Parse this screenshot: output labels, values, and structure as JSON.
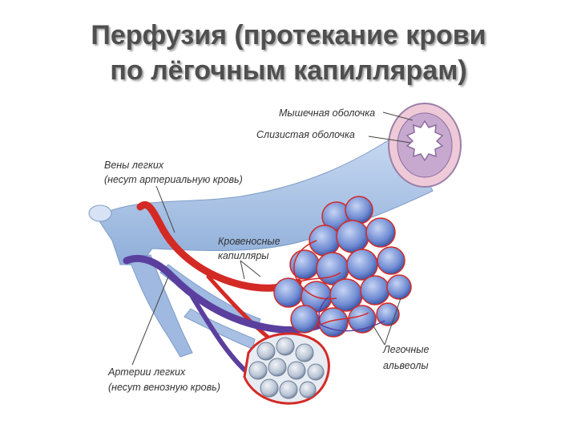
{
  "title": {
    "line1": "Перфузия (протекание крови",
    "line2": "по лёгочным капиллярам)"
  },
  "labels": {
    "muscle_layer": "Мышечная оболочка",
    "mucous_layer": "Слизистая оболочка",
    "veins_line1": "Вены легких",
    "veins_line2": "(несут артериальную кровь)",
    "capillaries_line1": "Кровеносные",
    "capillaries_line2": "капилляры",
    "alveoli_line1": "Легочные",
    "alveoli_line2": "альвеолы",
    "arteries_line1": "Артерии легких",
    "arteries_line2": "(несут венозную кровь)"
  },
  "colors": {
    "bronchus": "#a9c3e6",
    "bronchus_wall": "#e8c9d6",
    "vein_red": "#d42a26",
    "artery_purple": "#5b3f9e",
    "alveolus_blue": "#4f6fc0",
    "alveolus_gray": "#8a9bb0"
  }
}
